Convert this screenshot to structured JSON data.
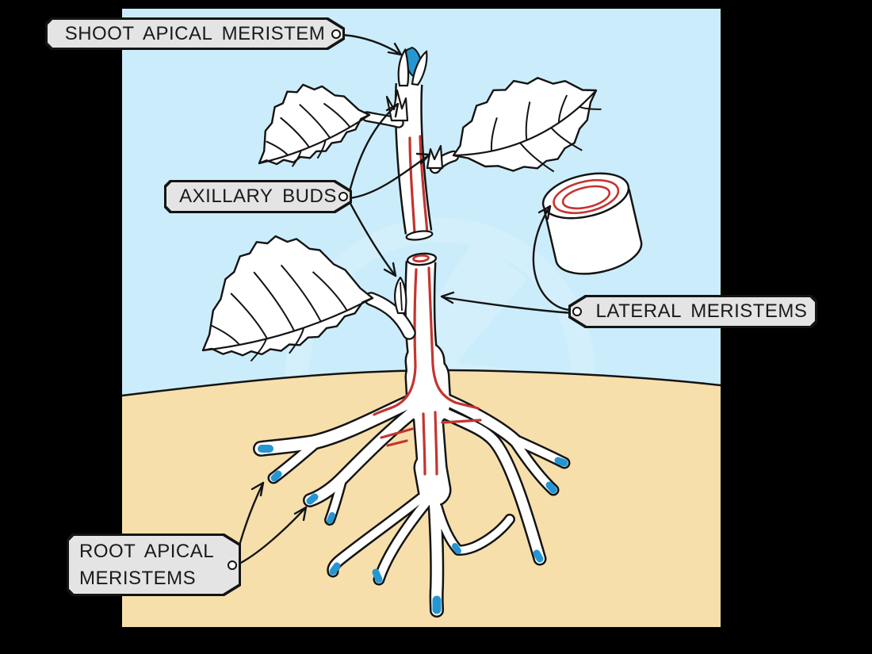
{
  "figure": {
    "title": "plant-meristems-diagram",
    "scene": "plant with leaves, stem cut showing vascular ring, roots in soil, and a stem cross-section cylinder"
  },
  "labels": {
    "shoot_apical": "SHOOT APICAL MERISTEM",
    "axillary": "AXILLARY BUDS",
    "lateral": "LATERAL MERISTEMS",
    "root_apical_line1": "ROOT APICAL",
    "root_apical_line2": "MERISTEMS"
  },
  "colors": {
    "background": "#000000",
    "sky": "#cbedfb",
    "soil": "#f7dfac",
    "outline": "#141414",
    "plant_white": "#ffffff",
    "vascular_red": "#c4342f",
    "meristem_blue": "#2596d1",
    "label_bg": "#e4e4e4",
    "label_text": "#1a1a1a"
  }
}
